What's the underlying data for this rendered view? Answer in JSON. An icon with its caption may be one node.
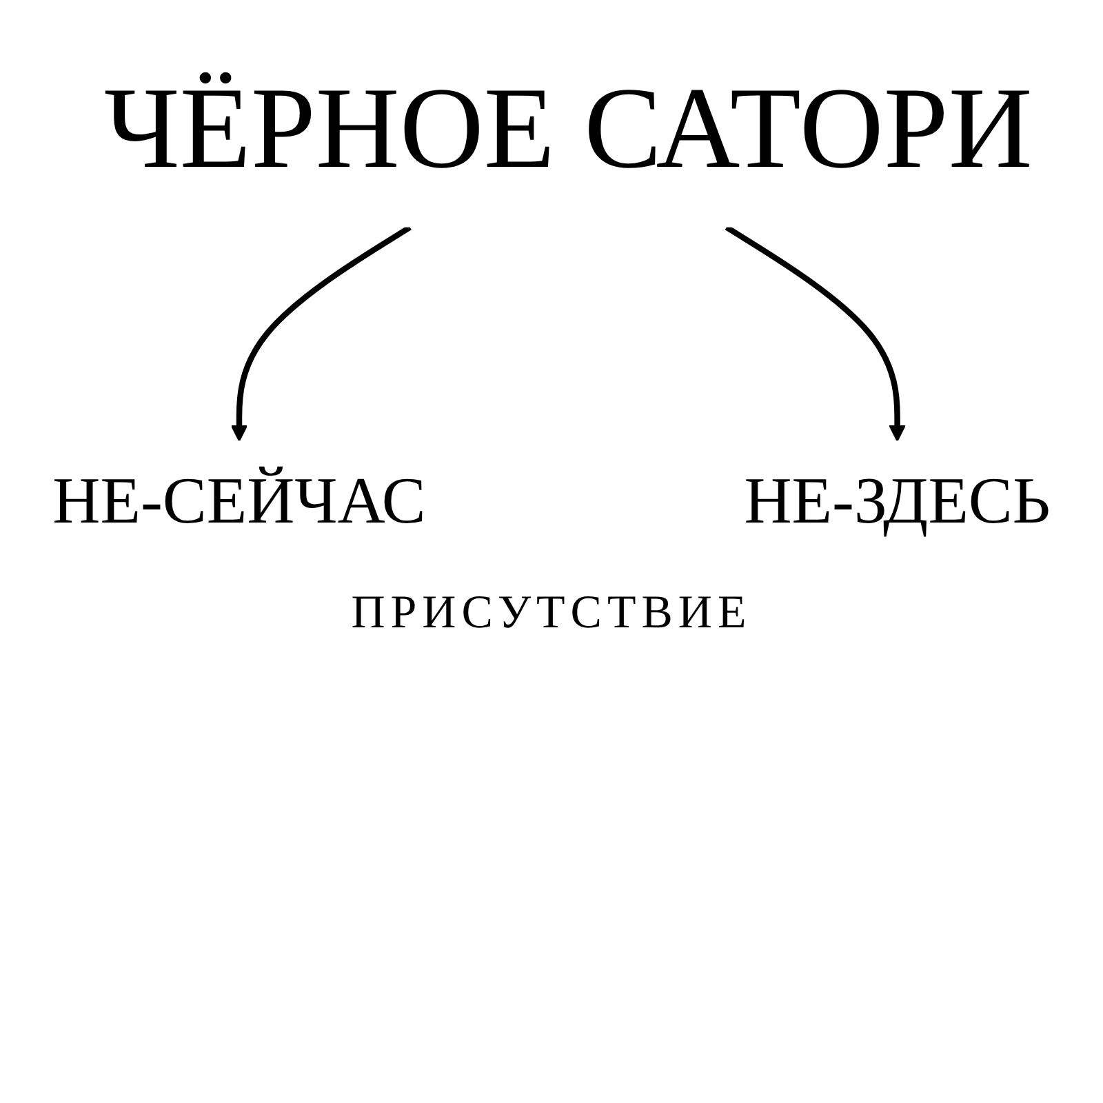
{
  "diagram": {
    "nodes": [
      {
        "text": [
          "ЧЁРНОЕ САТОРИ"
        ]
      },
      {
        "text": [
          "НЕ-СЕЙЧАС"
        ]
      },
      {
        "text": [
          "НЕ-ЗДЕСЬ"
        ]
      }
    ],
    "edges": [
      {
        "from": 0,
        "to": 1,
        "arrow": "to"
      },
      {
        "from": 0,
        "to": 2,
        "arrow": "to"
      }
    ],
    "labels": [
      "ПРИСУТСТВИЕ"
    ]
  }
}
